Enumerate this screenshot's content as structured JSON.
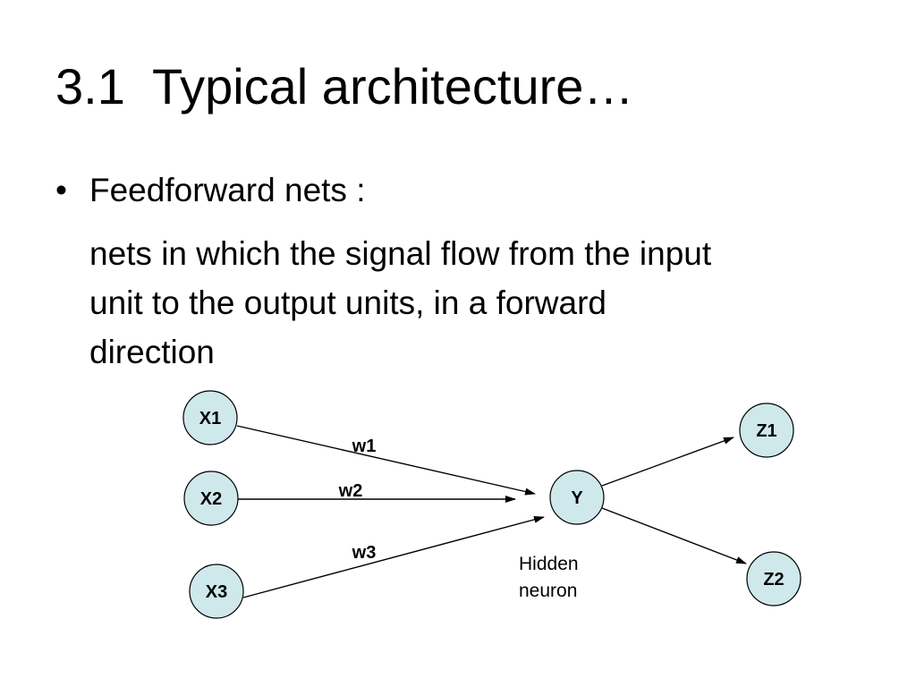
{
  "slide": {
    "title": "3.1  Typical architecture…",
    "bullet_symbol": "•",
    "bullet_heading": "Feedforward nets :",
    "body_lines": [
      "nets in which the signal flow from the input",
      "unit to the output units, in a forward",
      "direction"
    ]
  },
  "diagram": {
    "node_fill": "#cfe8ec",
    "nodes": {
      "x1": "X1",
      "x2": "X2",
      "x3": "X3",
      "y": "Y",
      "z1": "Z1",
      "z2": "Z2"
    },
    "weights": {
      "w1": "w1",
      "w2": "w2",
      "w3": "w3"
    },
    "caption_lines": [
      "Hidden",
      "neuron"
    ]
  }
}
